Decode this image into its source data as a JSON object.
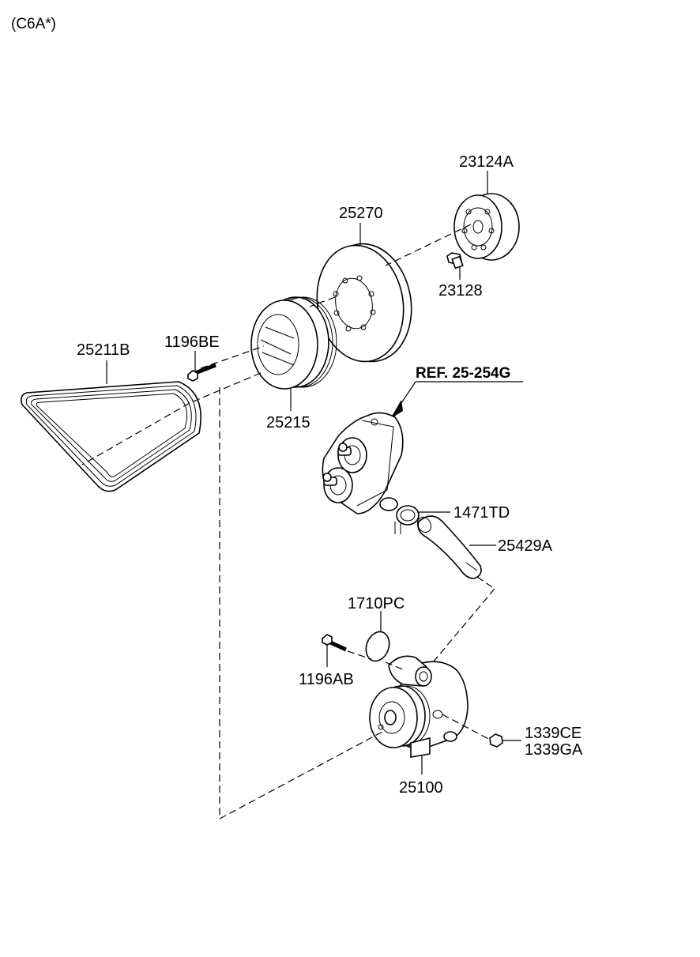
{
  "header": {
    "variant_code": "(C6A*)"
  },
  "reference": {
    "label": "REF. 25-254G"
  },
  "parts": [
    {
      "id": "p-23124a",
      "number": "23124A"
    },
    {
      "id": "p-25270",
      "number": "25270"
    },
    {
      "id": "p-23128",
      "number": "23128"
    },
    {
      "id": "p-25211b",
      "number": "25211B"
    },
    {
      "id": "p-1196be",
      "number": "1196BE"
    },
    {
      "id": "p-25215",
      "number": "25215"
    },
    {
      "id": "p-1471td",
      "number": "1471TD"
    },
    {
      "id": "p-25429a",
      "number": "25429A"
    },
    {
      "id": "p-1710pc",
      "number": "1710PC"
    },
    {
      "id": "p-1196ab",
      "number": "1196AB"
    },
    {
      "id": "p-1339ce",
      "number": "1339CE"
    },
    {
      "id": "p-1339ga",
      "number": "1339GA"
    },
    {
      "id": "p-25100",
      "number": "25100"
    }
  ]
}
